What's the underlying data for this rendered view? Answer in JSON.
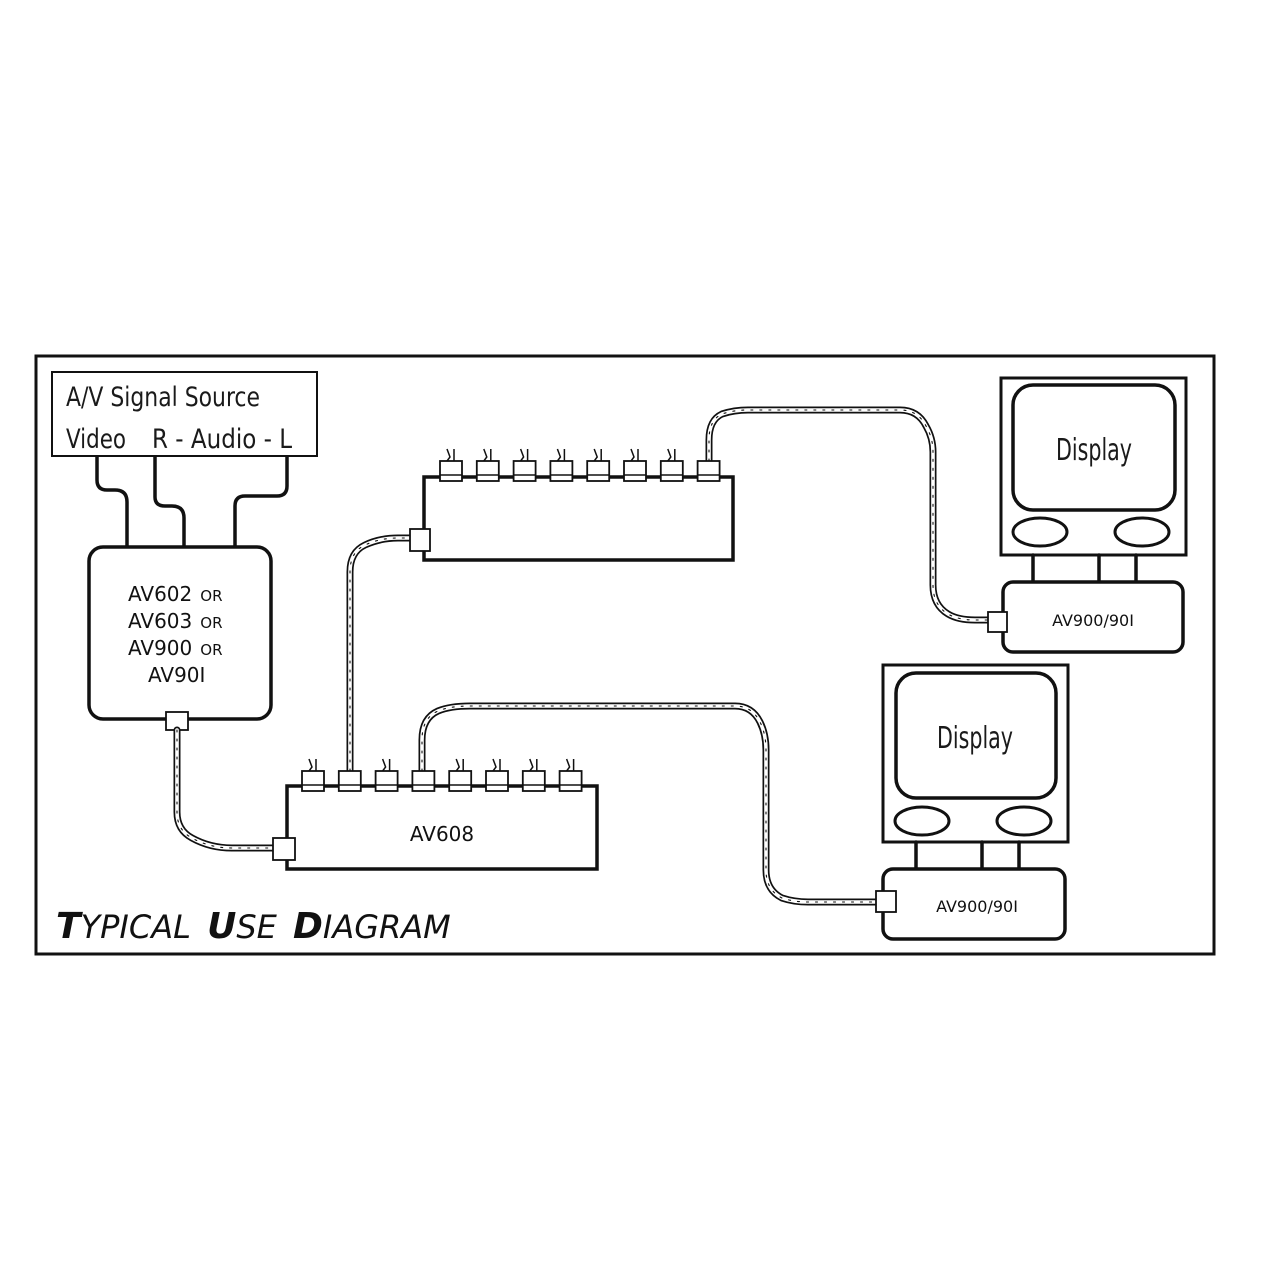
{
  "diagram": {
    "title": {
      "parts": [
        {
          "initial": "T",
          "rest": "YPICAL"
        },
        {
          "initial": "U",
          "rest": "SE"
        },
        {
          "initial": "D",
          "rest": "IAGRAM"
        }
      ]
    },
    "source": {
      "line1": "A/V Signal Source",
      "line2_video": "Video",
      "line2_audio": "R - Audio - L"
    },
    "converter": {
      "lines": [
        {
          "model": "AV602",
          "suffix": "OR"
        },
        {
          "model": "AV603",
          "suffix": "OR"
        },
        {
          "model": "AV900",
          "suffix": "OR"
        },
        {
          "model": "AV90I",
          "suffix": ""
        }
      ]
    },
    "splitter_bottom": {
      "label": "AV608",
      "ports": 8
    },
    "splitter_top": {
      "label": "",
      "ports": 8
    },
    "receivers": [
      {
        "display_label": "Display",
        "unit_label": "AV900/90I"
      },
      {
        "display_label": "Display",
        "unit_label": "AV900/90I"
      }
    ]
  }
}
